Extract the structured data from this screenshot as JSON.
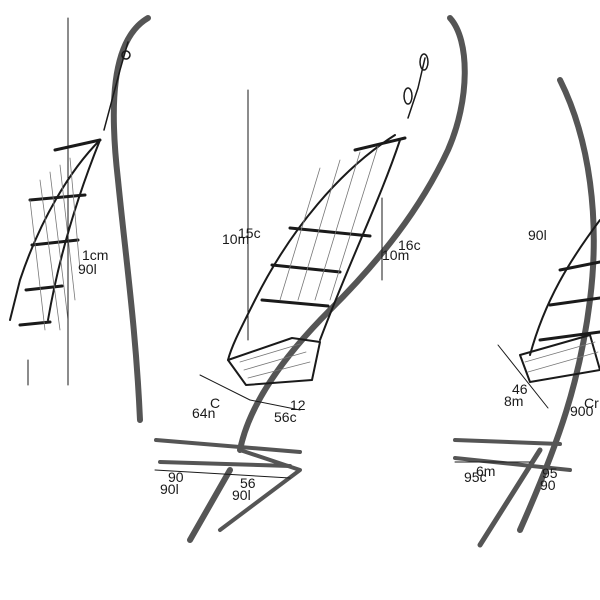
{
  "palette": {
    "line": "#1a1a1a",
    "dim": "#333333",
    "background": "#ffffff"
  },
  "views": {
    "left": {
      "height_label_a": "1cm",
      "height_label_b": "90l"
    },
    "center": {
      "height_label_top": "15c",
      "height_label_bottom": "10m",
      "height_right_top": "16c",
      "height_right_bottom": "10m",
      "seat_depth_a": "C",
      "seat_depth_b": "64n",
      "seat_width_a": "12",
      "seat_width_b": "56c",
      "base_left_a": "90",
      "base_left_b": "90l",
      "base_right_a": "56",
      "base_right_b": "90l"
    },
    "right": {
      "height_label": "90l",
      "seat_a": "46",
      "seat_b": "8m",
      "seat_c": "Cr",
      "seat_d": "900",
      "base_a": "6m",
      "base_b": "95c",
      "base_c": "95",
      "base_d": "90"
    }
  }
}
